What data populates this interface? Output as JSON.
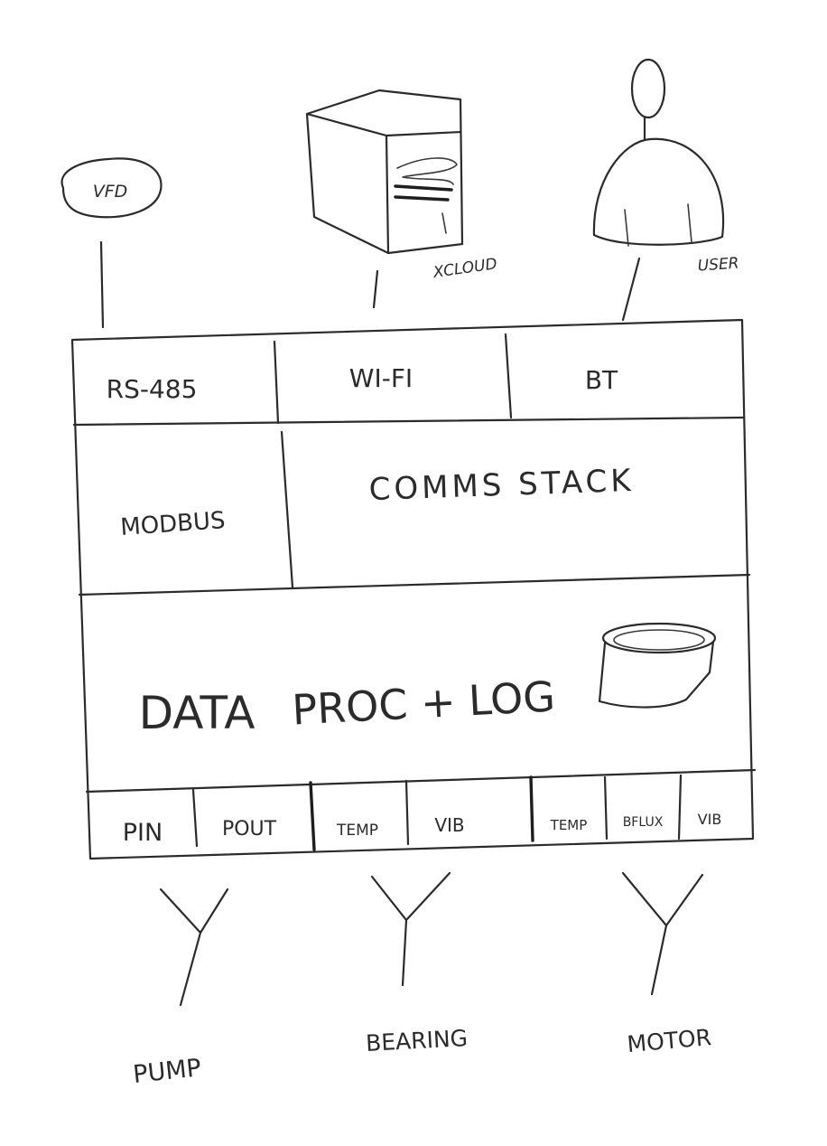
{
  "top": {
    "vfd": "VFD",
    "cloud": "XCLOUD",
    "user": "USER"
  },
  "links": {
    "rs485": "RS-485",
    "wifi": "WI-FI",
    "bt": "BT"
  },
  "middle": {
    "modbus": "MODBUS",
    "comms": "COMMS STACK"
  },
  "core": {
    "data": "DATA",
    "proc": "PROC + LOG"
  },
  "inputs": [
    "PIN",
    "POUT",
    "TEMP",
    "VIB",
    "TEMP",
    "BFLUX",
    "VIB"
  ],
  "sensors": {
    "pump": "PUMP",
    "bearing": "BEARING",
    "motor": "MOTOR"
  },
  "colors": {
    "ink": "#2b2b2b",
    "paper": "#ffffff"
  }
}
